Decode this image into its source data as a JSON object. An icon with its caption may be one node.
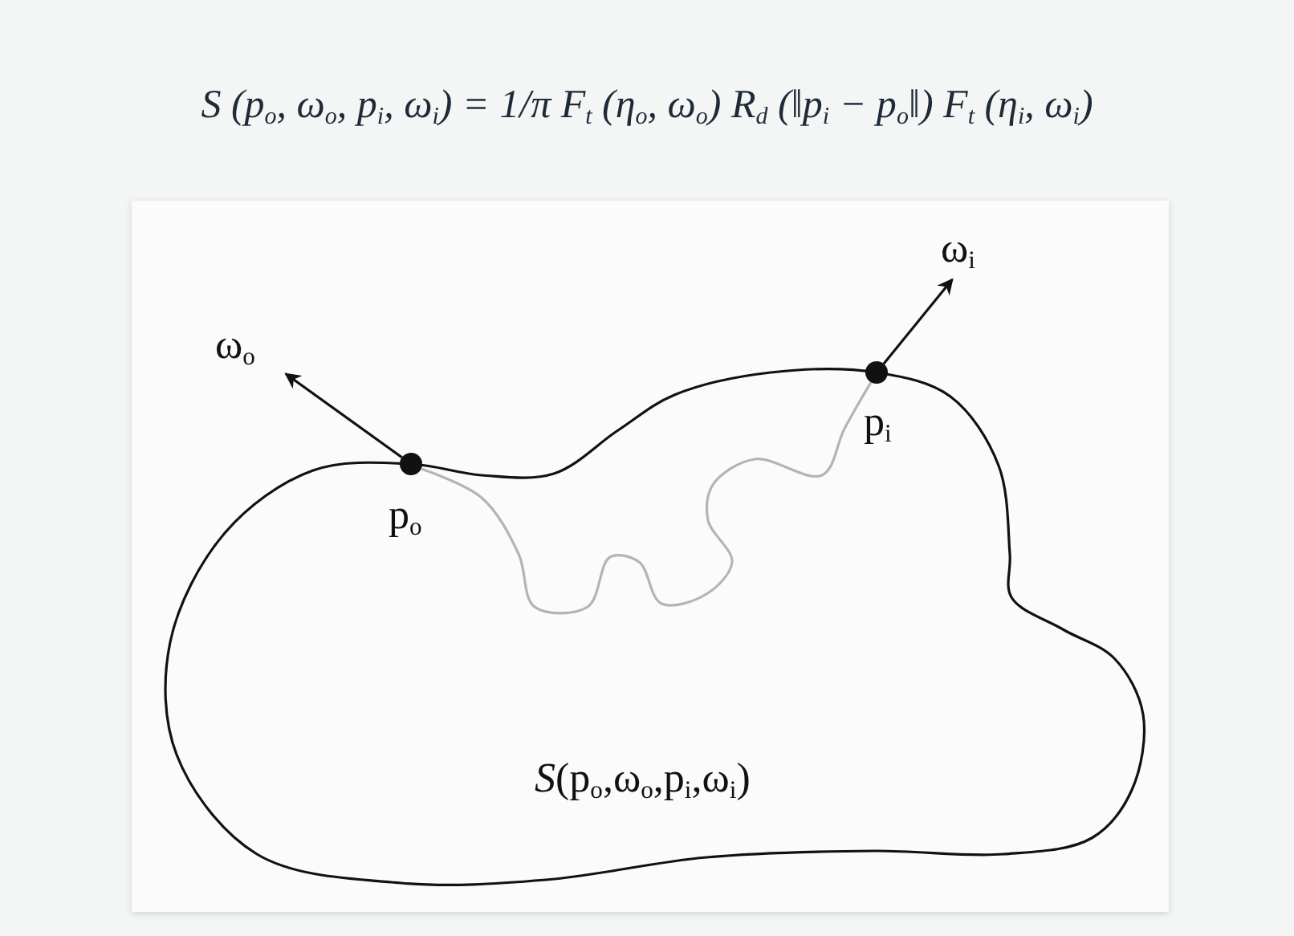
{
  "diagram": {
    "title": "S (p$_{o}$, ω$_{o}$, p$_{i}$, ω$_{i}$) = 1/π F$_{t}$ (η$_{o}$, ω$_{o}$) R$_{d}$ (‖p$_{i}$ − p$_{o}$‖) F$_{t}$ (η$_{i}$, ω$_{i}$)",
    "nodes": [
      {
        "text": [],
        "shape": "circle",
        "beside": [
          "p$_{o}$"
        ]
      },
      {
        "text": [
          "ω$_{o}$"
        ]
      },
      {
        "text": [],
        "shape": "circle",
        "beside": [
          "p$_{i}$"
        ]
      },
      {
        "text": [
          "ω$_{i}$"
        ]
      }
    ],
    "edges": [
      {
        "from": 0,
        "to": 1,
        "arrow": "to"
      },
      {
        "from": 2,
        "to": 3,
        "arrow": "to"
      },
      {
        "from": 2,
        "to": 0,
        "arrow": "none",
        "color": "#b4b4b4"
      }
    ],
    "labels": [
      "*S*(p$_{o}$,ω$_{o}$,p$_{i}$,ω$_{i}$)"
    ]
  }
}
